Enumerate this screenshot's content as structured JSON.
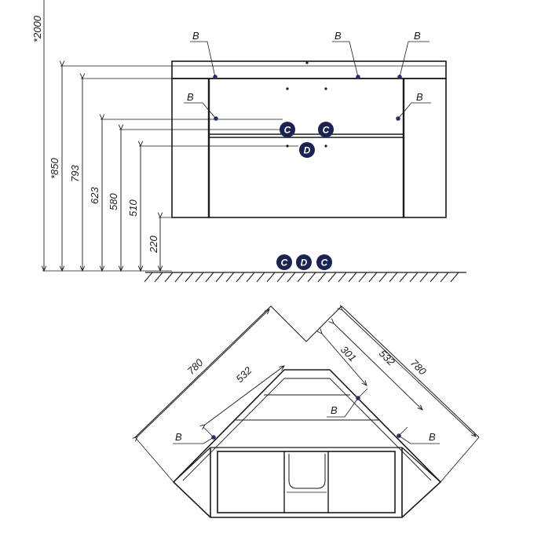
{
  "front_view": {
    "overall_height": "*2000",
    "heights": {
      "h850": "*850",
      "h793": "793",
      "h623": "623",
      "h580": "580",
      "h510": "510",
      "h220": "220"
    },
    "markers": {
      "b_top_left": "B",
      "b_top_mid": "B",
      "b_top_right": "B",
      "b_mid_left": "B",
      "b_mid_right": "B",
      "c_left": "C",
      "c_right": "C",
      "d_mid": "D",
      "floor_c_left": "C",
      "floor_d": "D",
      "floor_c_right": "C"
    }
  },
  "top_view": {
    "left_780": "780",
    "left_532": "532",
    "right_301": "301",
    "right_532": "532",
    "right_780": "780",
    "b_left": "B",
    "b_center": "B",
    "b_right": "B"
  },
  "colors": {
    "line": "#1a1a1a",
    "badge": "#1b2350",
    "dot": "#2a3170"
  }
}
